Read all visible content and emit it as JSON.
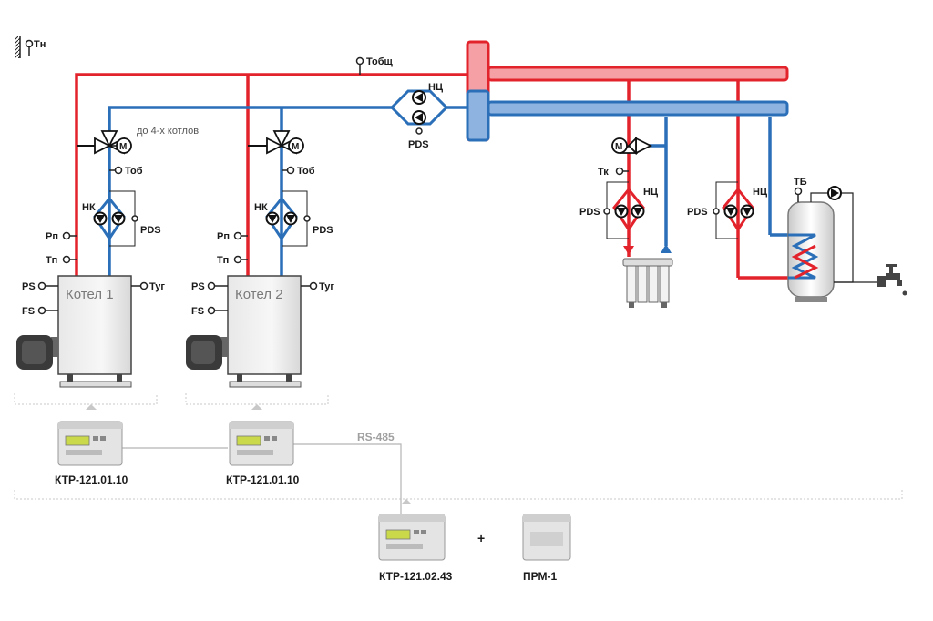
{
  "colors": {
    "supply": "#e3232c",
    "return": "#2a6fb8",
    "supply_header_fill": "#f4a0a4",
    "return_header_fill": "#8fb3e0"
  },
  "sensors": {
    "outdoor": "Тн",
    "common": "Тобщ",
    "return_1": "Тоб",
    "return_2": "Тоб",
    "circuit": "Тк",
    "tank": "ТБ",
    "flue_1": "Туг",
    "flue_2": "Туг",
    "pressure_1": "Рп",
    "pressure_2": "Рп",
    "temp_1": "Тп",
    "temp_2": "Тп",
    "ps_1": "PS",
    "ps_2": "PS",
    "fs_1": "FS",
    "fs_2": "FS"
  },
  "pumps": {
    "boiler_1": "НК",
    "boiler_2": "НК",
    "header": "НЦ",
    "heating": "НЦ",
    "dhw": "НЦ",
    "pds_1": "PDS",
    "pds_2": "PDS",
    "pds_header": "PDS",
    "pds_heating": "PDS",
    "pds_dhw": "PDS"
  },
  "notes": {
    "boilers_max": "до 4-х котлов"
  },
  "boilers": [
    {
      "label": "Котел 1"
    },
    {
      "label": "Котел 2"
    }
  ],
  "controllers": [
    {
      "label": "КТР-121.01.10"
    },
    {
      "label": "КТР-121.01.10"
    },
    {
      "label": "КТР-121.02.43"
    },
    {
      "label": "ПРМ-1"
    }
  ],
  "bus": {
    "label": "RS-485",
    "plus": "+"
  }
}
